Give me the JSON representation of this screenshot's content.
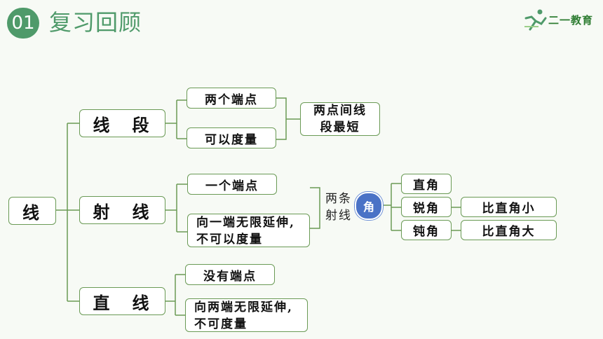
{
  "header": {
    "number": "01",
    "title": "复习回顾",
    "brand": "二一教育"
  },
  "root": {
    "label": "线"
  },
  "segment": {
    "label": "线　段",
    "props": [
      "两个端点",
      "可以度量"
    ],
    "conclusion": "两点间线段最短",
    "conclusion_lines": [
      "两点间线",
      "段最短"
    ]
  },
  "ray": {
    "label": "射　线",
    "props": [
      "一个端点",
      "向一端无限延伸,不可以度量"
    ],
    "prop2_lines": [
      "向一端无限延伸,",
      "不可以度量"
    ],
    "connector_lines": [
      "两条",
      "射线"
    ],
    "angle": "角",
    "angle_types": [
      {
        "name": "直角",
        "compare": ""
      },
      {
        "name": "锐角",
        "compare": "比直角小"
      },
      {
        "name": "钝角",
        "compare": "比直角大"
      }
    ]
  },
  "line": {
    "label": "直　线",
    "props": [
      "没有端点",
      "向两端无限延伸,不可度量"
    ],
    "prop2_lines": [
      "向两端无限延伸,",
      "不可度量"
    ]
  },
  "colors": {
    "accent": "#4f9a6a",
    "border": "#6a9a55",
    "angle_fill": "#4a72c6"
  }
}
